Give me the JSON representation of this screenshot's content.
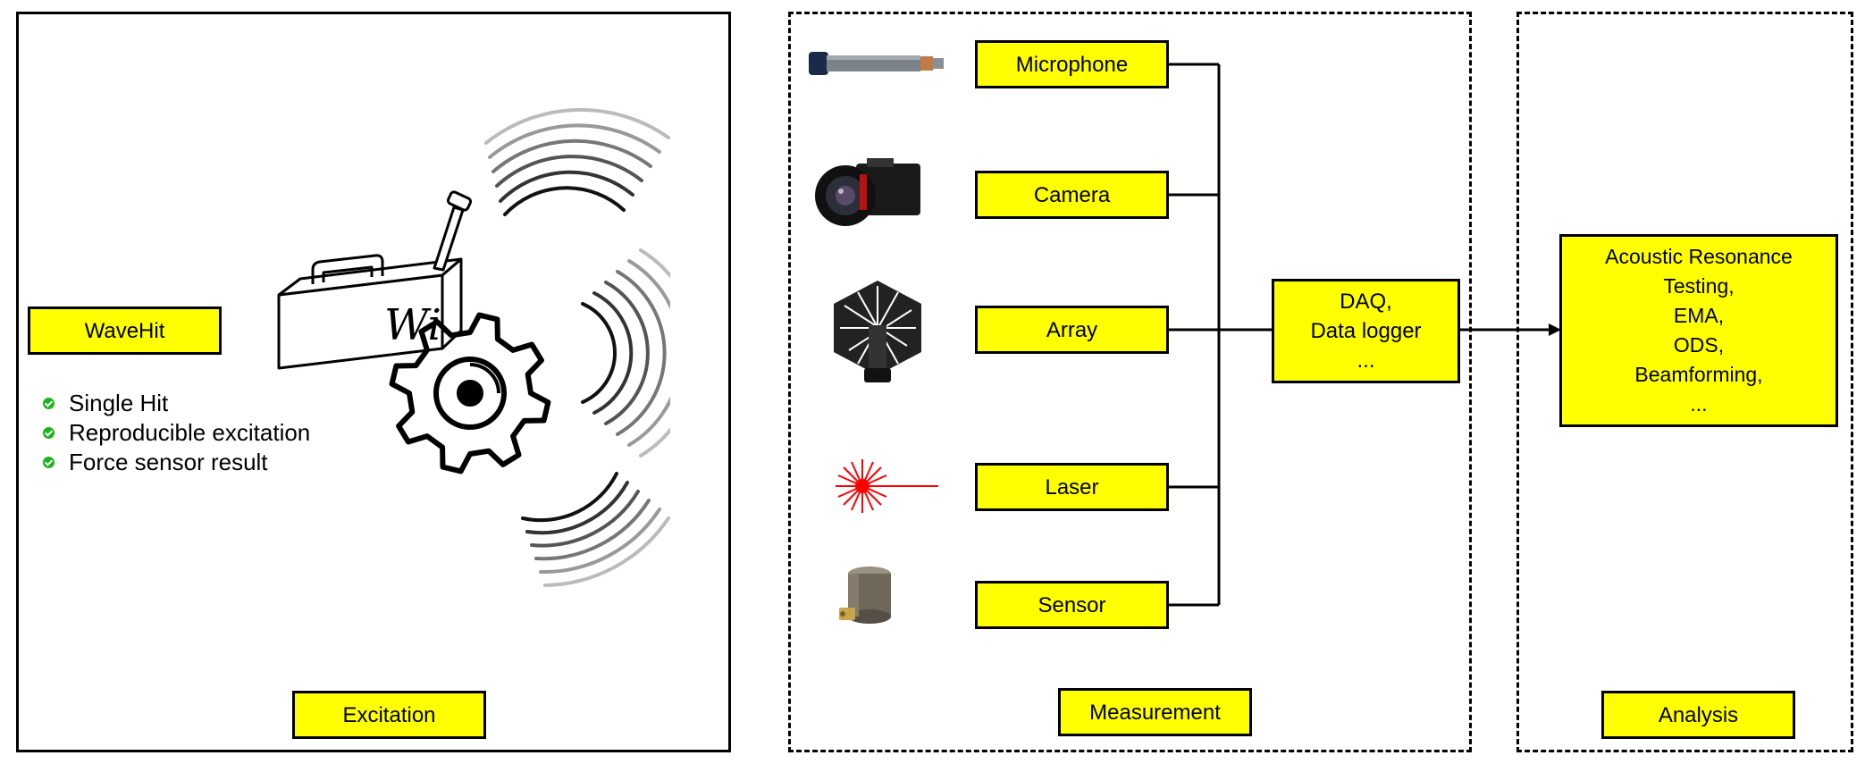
{
  "excitation": {
    "device_label": "WaveHit",
    "device_logo": "Wi",
    "features": [
      "Single Hit",
      "Reproducible excitation",
      "Force sensor result"
    ],
    "section_label": "Excitation"
  },
  "measurement": {
    "devices": [
      {
        "label": "Microphone",
        "icon": "microphone-icon"
      },
      {
        "label": "Camera",
        "icon": "camera-icon"
      },
      {
        "label": "Array",
        "icon": "microphone-array-icon"
      },
      {
        "label": "Laser",
        "icon": "laser-icon"
      },
      {
        "label": "Sensor",
        "icon": "accelerometer-sensor-icon"
      }
    ],
    "daq_lines": [
      "DAQ,",
      "Data logger",
      "..."
    ],
    "section_label": "Measurement"
  },
  "analysis": {
    "methods": [
      "Acoustic Resonance",
      "Testing,",
      "EMA,",
      "ODS,",
      "Beamforming,",
      "..."
    ],
    "section_label": "Analysis"
  },
  "colors": {
    "box_fill": "#ffff00",
    "bullet": "#1bb51b",
    "laser": "#ff0000"
  }
}
